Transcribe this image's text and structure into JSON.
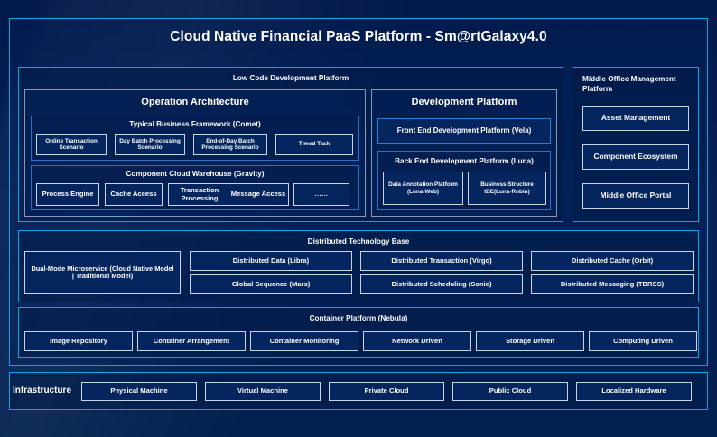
{
  "page": {
    "title": "Cloud Native Financial PaaS Platform - Sm@rtGalaxy4.0"
  },
  "colors": {
    "accent_cyan": "#00a8e8",
    "background_navy": "#041f52",
    "panel_navy": "#05255f",
    "chip_border": "#c9d4e6",
    "frame_steel": "#8899b8",
    "text": "#ffffff"
  },
  "low_code": {
    "header": "Low Code Development Platform",
    "operation_architecture": {
      "header": "Operation Architecture",
      "business_framework": {
        "header": "Typical Business Framework (Comet)",
        "items": [
          "Online Transaction Scenario",
          "Day Batch Processing Scenario",
          "End-of-Day Batch Processing Scenario",
          "Timed Task"
        ]
      },
      "cloud_warehouse": {
        "header": "Component Cloud Warehouse (Gravity)",
        "items": [
          "Process Engine",
          "Cache Access",
          "Transaction Processing",
          "Message Access",
          "......"
        ]
      }
    },
    "development_platform": {
      "header": "Development Platform",
      "front_end": "Front End Development Platform (Vela)",
      "back_end": {
        "header": "Back End Development Platform (Luna)",
        "items": [
          "Data Annotation Platform (Luna-Web)",
          "Business Structure IDE(Luna-Robin)"
        ]
      }
    }
  },
  "middle_office": {
    "header": "Middle Office Management Platform",
    "items": [
      "Asset Management",
      "Component Ecosystem",
      "Middle Office Portal"
    ]
  },
  "distributed_base": {
    "header": "Distributed Technology Base",
    "dual_mode": "Dual-Mode Microservice (Cloud Native Model | Traditional Model)",
    "grid": [
      "Distributed Data (Libra)",
      "Distributed Transaction (Virgo)",
      "Distributed Cache (Orbit)",
      "Global Sequence (Mars)",
      "Distributed Scheduling (Sonic)",
      "Distributed Messaging (TDRSS)"
    ]
  },
  "container_platform": {
    "header": "Container Platform (Nebula)",
    "items": [
      "Image Repository",
      "Container Arrangement",
      "Container Monitoring",
      "Network Driven",
      "Storage Driven",
      "Computing Driven"
    ]
  },
  "infrastructure": {
    "label": "Infrastructure",
    "items": [
      "Physical Machine",
      "Virtual Machine",
      "Private Cloud",
      "Public Cloud",
      "Localized Hardware"
    ]
  }
}
